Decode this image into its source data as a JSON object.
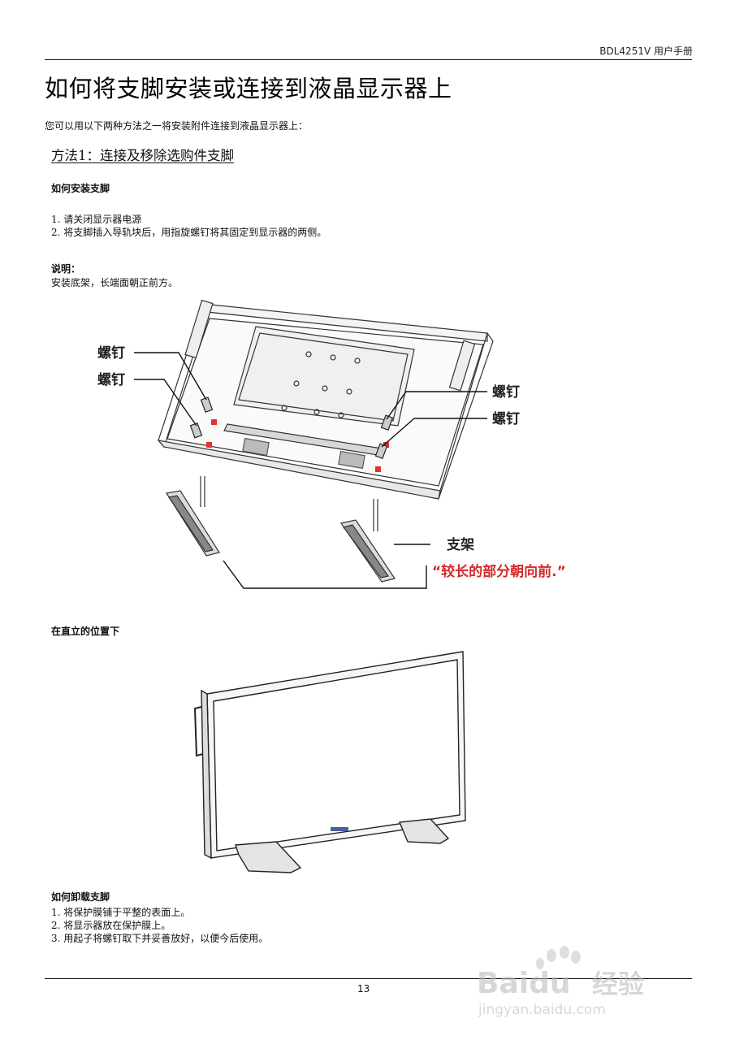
{
  "header": {
    "doc_title": "BDL4251V 用户手册"
  },
  "page": {
    "title": "如何将支脚安装或连接到液晶显示器上",
    "intro": "您可以用以下两种方法之一将安装附件连接到液晶显示器上：",
    "method_title": "方法1：连接及移除选购件支脚"
  },
  "install": {
    "heading": "如何安装支脚",
    "steps": [
      "1. 请关闭显示器电源",
      "2. 将支脚插入导轨块后，用指旋螺钉将其固定到显示器的两侧。"
    ],
    "note_label": "说明：",
    "note_text": "安装底架，长端面朝正前方。"
  },
  "figure1": {
    "screw_label": "螺钉",
    "stand_label": "支架",
    "front_note": "“较长的部分朝向前.”",
    "colors": {
      "callout_red": "#d32a2a",
      "marker_red": "#e8302f"
    }
  },
  "upright": {
    "heading": "在直立的位置下"
  },
  "remove": {
    "heading": "如何卸载支脚",
    "steps": [
      "1. 将保护膜铺于平整的表面上。",
      "2. 将显示器放在保护膜上。",
      "3. 用起子将螺钉取下并妥善放好，以便今后使用。"
    ]
  },
  "footer": {
    "page_number": "13"
  },
  "watermark": {
    "brand": "Baidu",
    "brand_cn": "经验",
    "url": "jingyan.baidu.com"
  }
}
